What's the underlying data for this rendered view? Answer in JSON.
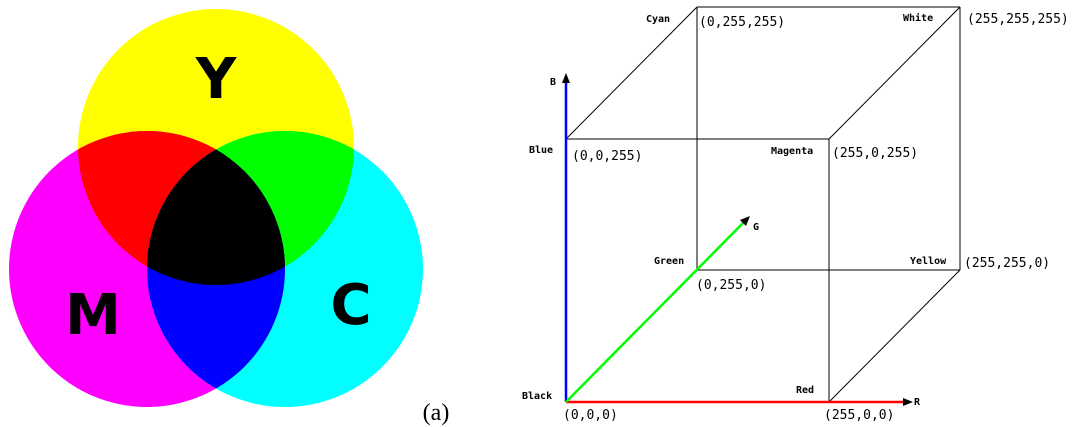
{
  "venn": {
    "letters": {
      "y": "Y",
      "m": "M",
      "c": "C"
    },
    "colors": {
      "yellow": "#ffff00",
      "magenta": "#ff00ff",
      "cyan": "#00ffff",
      "red": "#ff0000",
      "green": "#00ff00",
      "blue": "#0000ff",
      "black": "#000000"
    }
  },
  "caption": "(a)",
  "cube": {
    "axes": {
      "b": "B",
      "g": "G",
      "r": "R"
    },
    "axis_colors": {
      "r": "#ff0000",
      "g": "#00ff00",
      "b": "#0000ff"
    },
    "vertices": {
      "black": {
        "name": "Black",
        "coord": "(0,0,0)"
      },
      "red": {
        "name": "Red",
        "coord": "(255,0,0)"
      },
      "green": {
        "name": "Green",
        "coord": "(0,255,0)"
      },
      "yellow": {
        "name": "Yellow",
        "coord": "(255,255,0)"
      },
      "blue": {
        "name": "Blue",
        "coord": "(0,0,255)"
      },
      "magenta": {
        "name": "Magenta",
        "coord": "(255,0,255)"
      },
      "cyan": {
        "name": "Cyan",
        "coord": "(0,255,255)"
      },
      "white": {
        "name": "White",
        "coord": "(255,255,255)"
      }
    }
  }
}
